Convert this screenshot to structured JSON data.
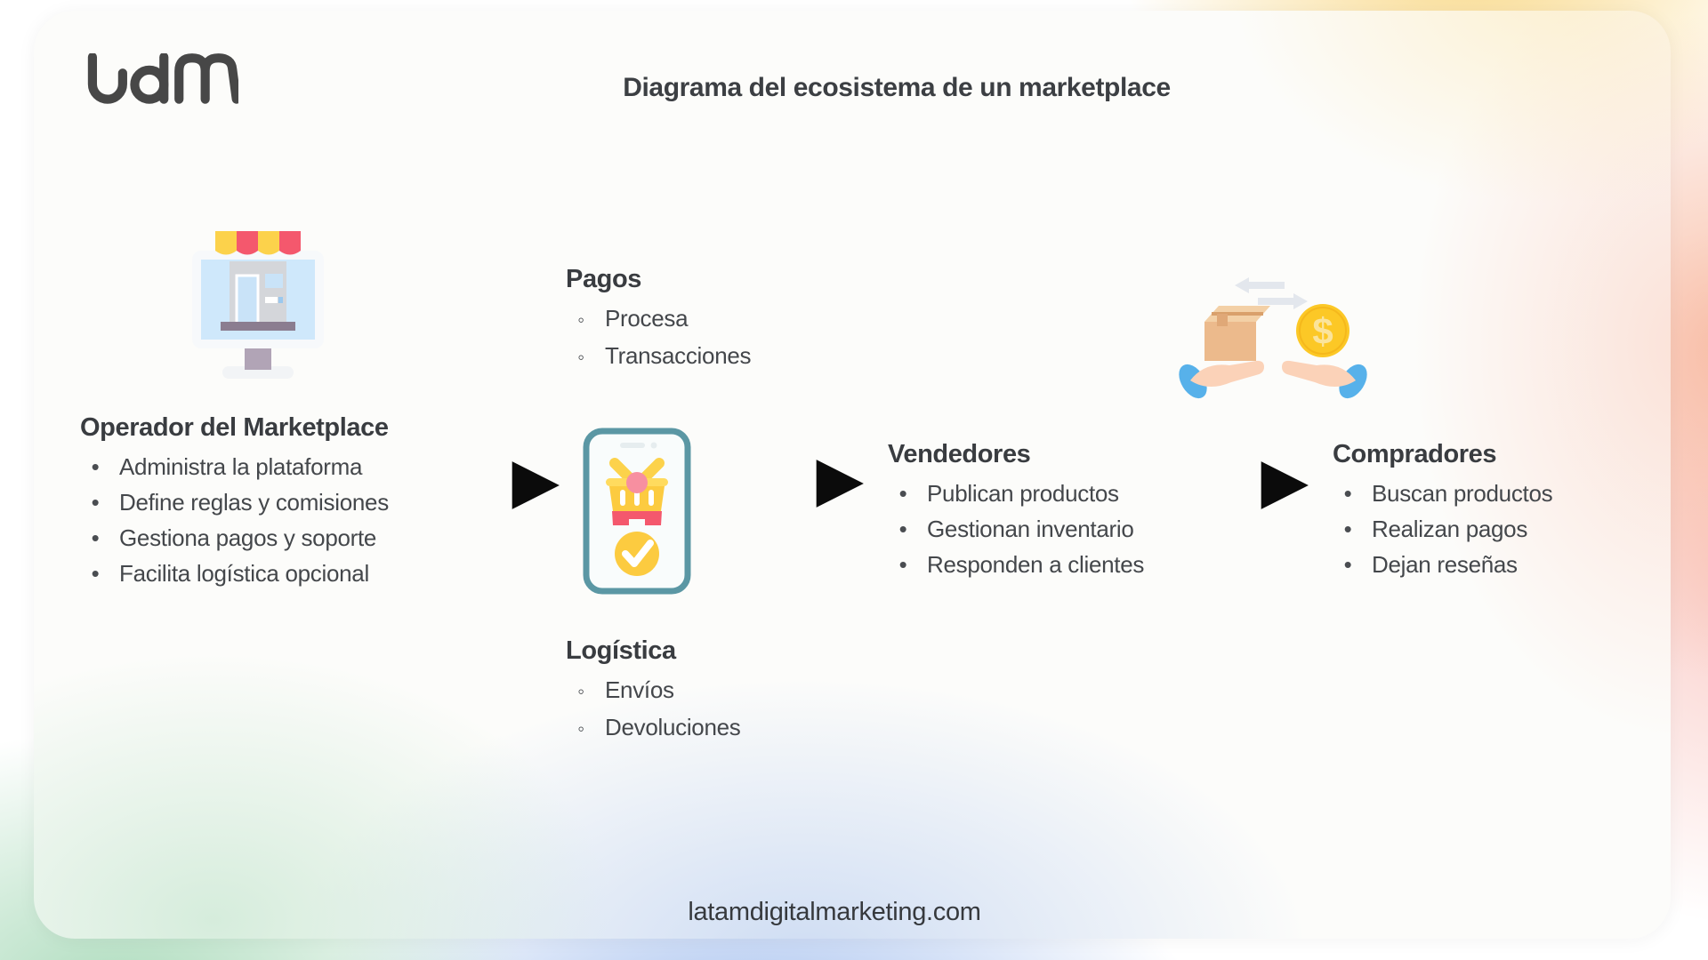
{
  "header": {
    "brand": "Ldm",
    "title": "Diagrama del ecosistema de un marketplace"
  },
  "footer": {
    "url": "latamdigitalmarketing.com"
  },
  "markers": {
    "solid": "•",
    "hollow": "◦"
  },
  "nodes": {
    "operator": {
      "heading": "Operador del Marketplace",
      "items": [
        "Administra la plataforma",
        "Define reglas y comisiones",
        "Gestiona pagos y soporte",
        "Facilita logística opcional"
      ]
    },
    "pagos": {
      "heading": "Pagos",
      "items": [
        "Procesa",
        "Transacciones"
      ]
    },
    "logistica": {
      "heading": "Logística",
      "items": [
        "Envíos",
        "Devoluciones"
      ]
    },
    "vendedores": {
      "heading": "Vendedores",
      "items": [
        "Publican productos",
        "Gestionan inventario",
        "Responden a clientes"
      ]
    },
    "compradores": {
      "heading": "Compradores",
      "items": [
        "Buscan productos",
        "Realizan pagos",
        "Dejan reseñas"
      ]
    }
  },
  "icons": {
    "brand": "ldm-logo-icon",
    "operator": "store-monitor-icon",
    "platform": "phone-checkout-icon",
    "exchange": "exchange-hands-icon",
    "flow": "arrow-right-icon"
  },
  "colors": {
    "text": "#3f4245",
    "arrow_black": "#0b0b0b",
    "phone_border": "#5b97a4",
    "awning_yellow": "#fcd24b",
    "awning_red": "#f4586d",
    "basket_pink": "#f78fa0",
    "screen_blue": "#cfe8fb",
    "coin_yellow": "#fcc826",
    "box_tan": "#ecba8c",
    "sleeve_blue": "#57b1ea",
    "hand_skin": "#fbd2b8",
    "bg_green": "#a0d6b2",
    "bg_blue": "#8eb0ea",
    "bg_peach": "#f7b296",
    "bg_yellow": "#fad884"
  }
}
